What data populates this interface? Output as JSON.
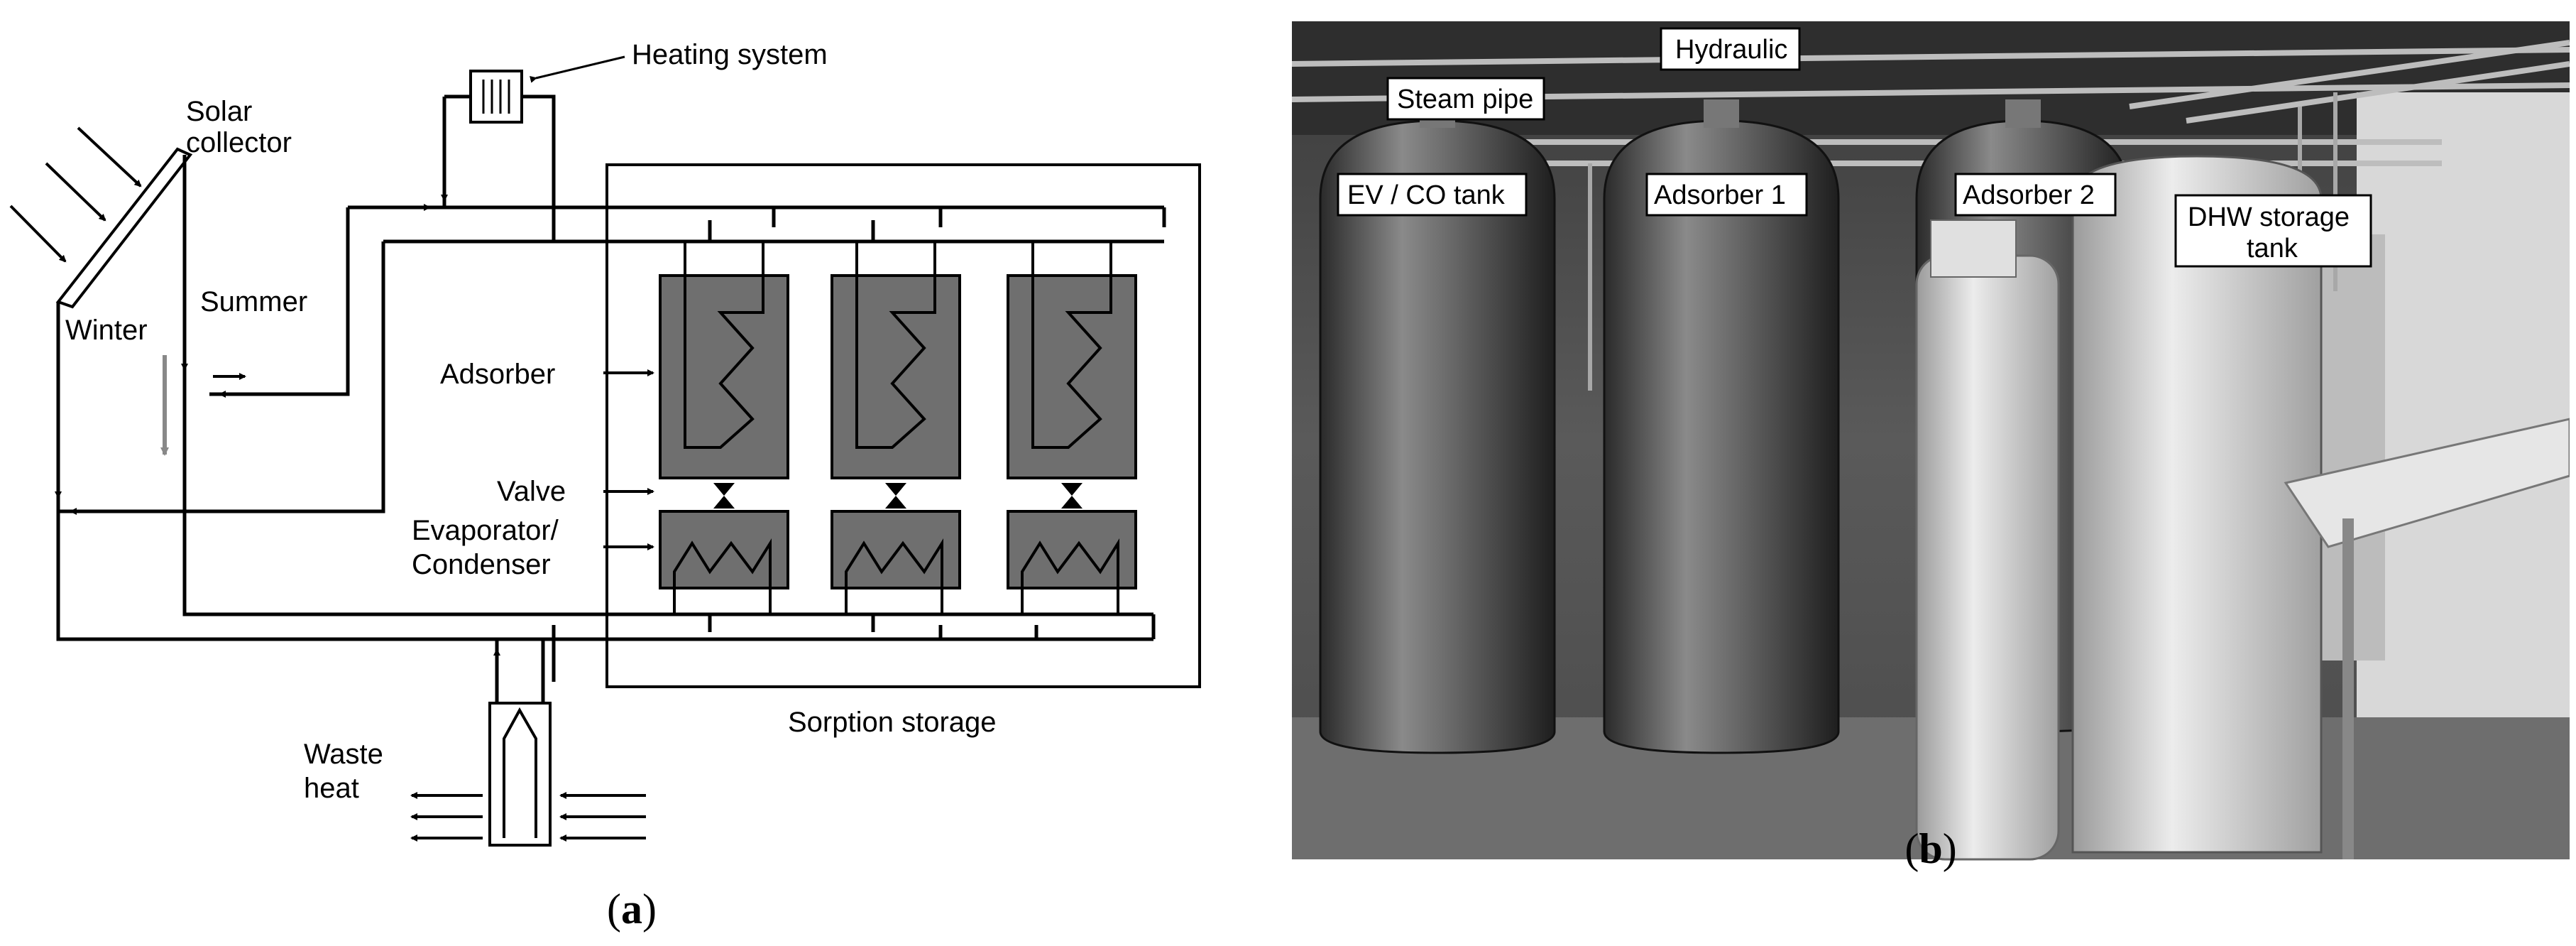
{
  "panel_a": {
    "caption_letter": "a",
    "labels": {
      "solar_collector_line1": "Solar",
      "solar_collector_line2": "collector",
      "heating_system": "Heating system",
      "winter": "Winter",
      "summer": "Summer",
      "adsorber": "Adsorber",
      "valve": "Valve",
      "evaporator_line1": "Evaporator/",
      "evaporator_line2": "Condenser",
      "sorption_storage": "Sorption storage",
      "waste_line1": "Waste",
      "waste_line2": "heat"
    },
    "colors": {
      "component_fill": "#6f6f6f",
      "line": "#000000"
    }
  },
  "panel_b": {
    "caption_letter": "b",
    "labels": {
      "hydraulic": "Hydraulic",
      "steam_pipe": "Steam pipe",
      "ev_co_tank": "EV / CO tank",
      "adsorber_1": "Adsorber 1",
      "adsorber_2": "Adsorber 2",
      "dhw_line1": "DHW storage",
      "dhw_line2": "tank"
    }
  }
}
